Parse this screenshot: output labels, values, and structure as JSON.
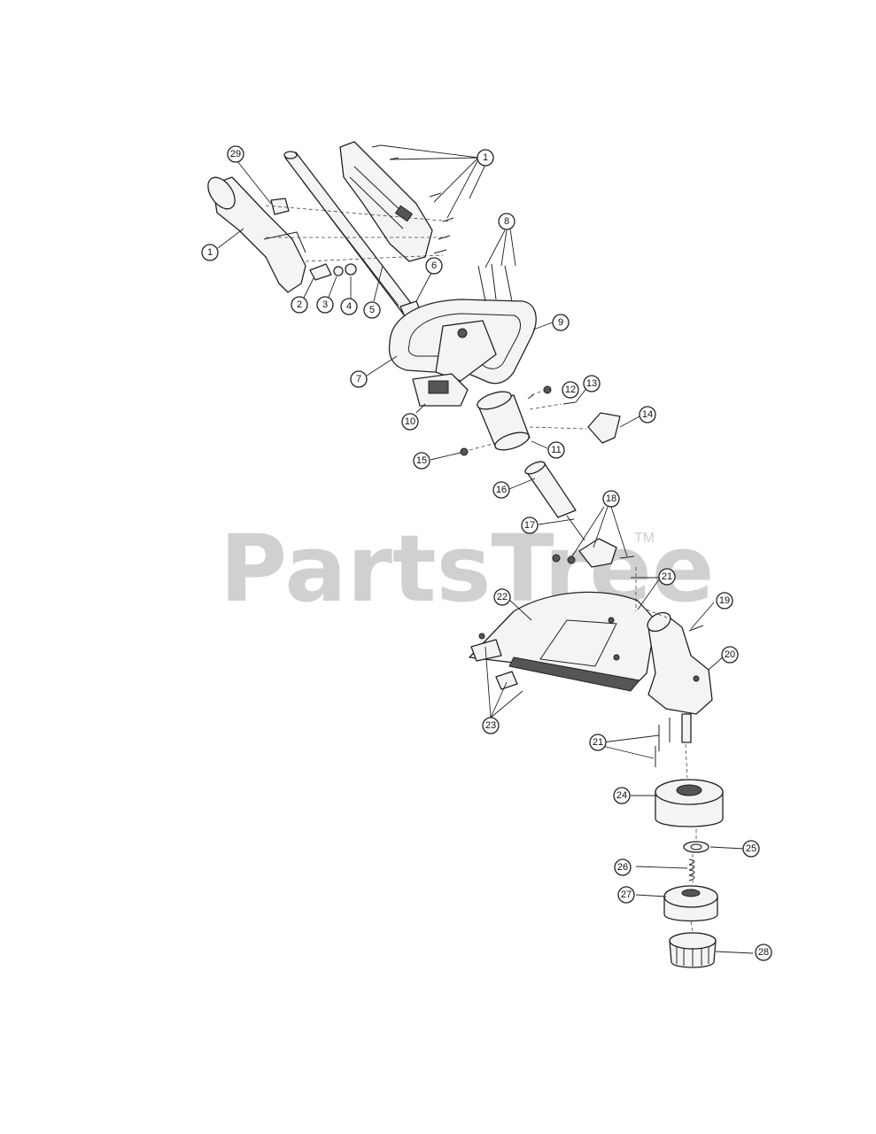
{
  "watermark": {
    "text": "PartsTree",
    "tm": "TM"
  },
  "callouts": [
    "1",
    "1",
    "29",
    "2",
    "3",
    "4",
    "5",
    "6",
    "7",
    "8",
    "9",
    "10",
    "11",
    "12",
    "13",
    "14",
    "15",
    "16",
    "17",
    "18",
    "19",
    "20",
    "21",
    "21",
    "22",
    "23",
    "24",
    "25",
    "26",
    "27",
    "28"
  ]
}
